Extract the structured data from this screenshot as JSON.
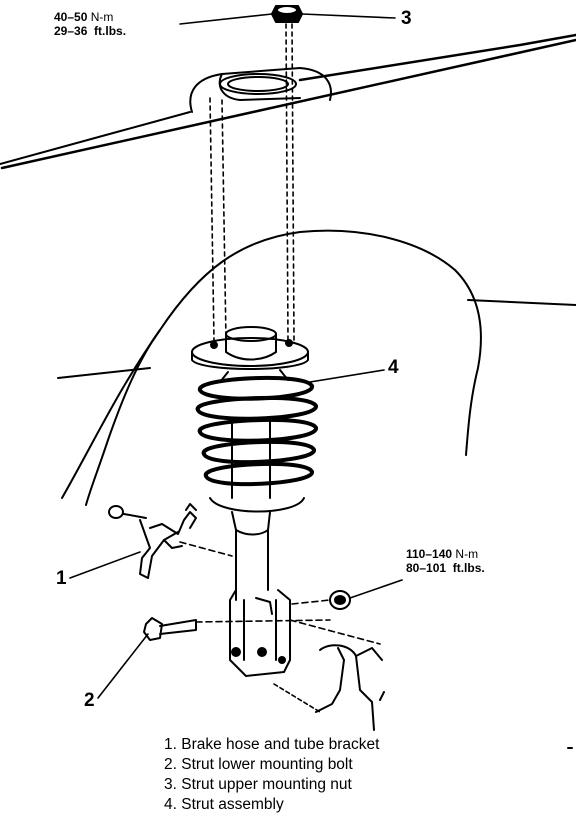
{
  "callouts": {
    "c1": "1",
    "c2": "2",
    "c3": "3",
    "c4": "4"
  },
  "torque_top": {
    "metric_value": "40–50",
    "metric_unit": "N-m",
    "imperial_value": "29–36",
    "imperial_unit": "ft.lbs."
  },
  "torque_right": {
    "metric_value": "110–140",
    "metric_unit": "N-m",
    "imperial_value": "80–101",
    "imperial_unit": "ft.lbs."
  },
  "legend": [
    "1.  Brake hose and tube bracket",
    "2.  Strut lower mounting bolt",
    "3.  Strut upper mounting nut",
    "4.  Strut assembly"
  ],
  "colors": {
    "ink": "#000000",
    "paper": "#ffffff"
  }
}
